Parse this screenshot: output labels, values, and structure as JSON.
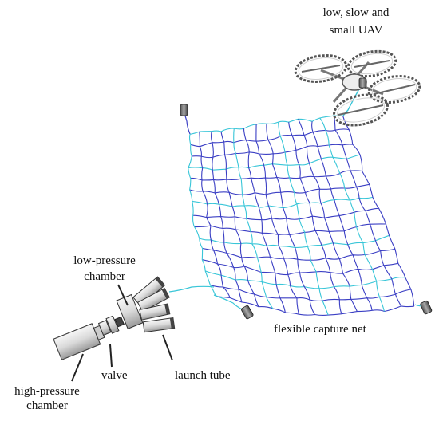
{
  "labels": {
    "uav_line1": "low, slow and",
    "uav_line2": "small UAV",
    "net": "flexible capture net",
    "low_pressure_line1": "low-pressure",
    "low_pressure_line2": "chamber",
    "valve": "valve",
    "launch_tube": "launch tube",
    "high_pressure_line1": "high-pressure",
    "high_pressure_line2": "chamber"
  },
  "colors": {
    "net_primary": "#3b3fc4",
    "net_secondary": "#39c6d8",
    "device_fill": "#e6e6e6",
    "device_stroke": "#333333",
    "text": "#111111"
  }
}
